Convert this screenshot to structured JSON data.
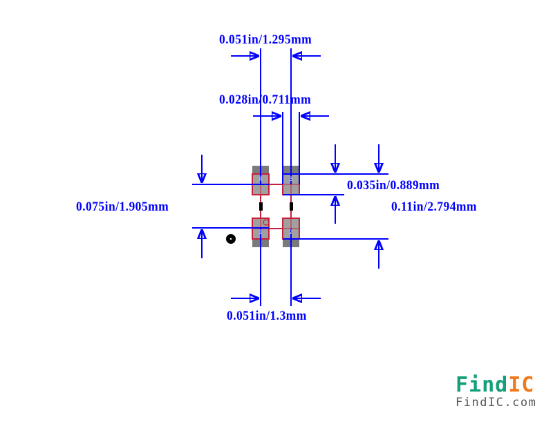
{
  "colors": {
    "dimension": "#0000ff",
    "pad_outline": "#c8203a",
    "pad_fill": "#a0a0a0",
    "pad_extension": "#7a7a7a",
    "logo_green": "#13a07a",
    "logo_orange": "#f07a1a",
    "logo_gray": "#555555"
  },
  "dimensions": {
    "top_pitch": "0.051in/1.295mm",
    "top_gap": "0.028in/0.711mm",
    "right_pad_height": "0.035in/0.889mm",
    "right_overall": "0.11in/2.794mm",
    "left_pitch": "0.075in/1.905mm",
    "bottom_pitch": "0.051in/1.3mm"
  },
  "pads": [
    {
      "number": "4",
      "position": "top-left"
    },
    {
      "number": "3",
      "position": "top-right"
    },
    {
      "number": "1",
      "position": "bottom-left"
    },
    {
      "number": "2",
      "position": "bottom-right"
    }
  ],
  "logo": {
    "brand_part1": "Find",
    "brand_part2": "IC",
    "domain": "FindIC.com"
  }
}
